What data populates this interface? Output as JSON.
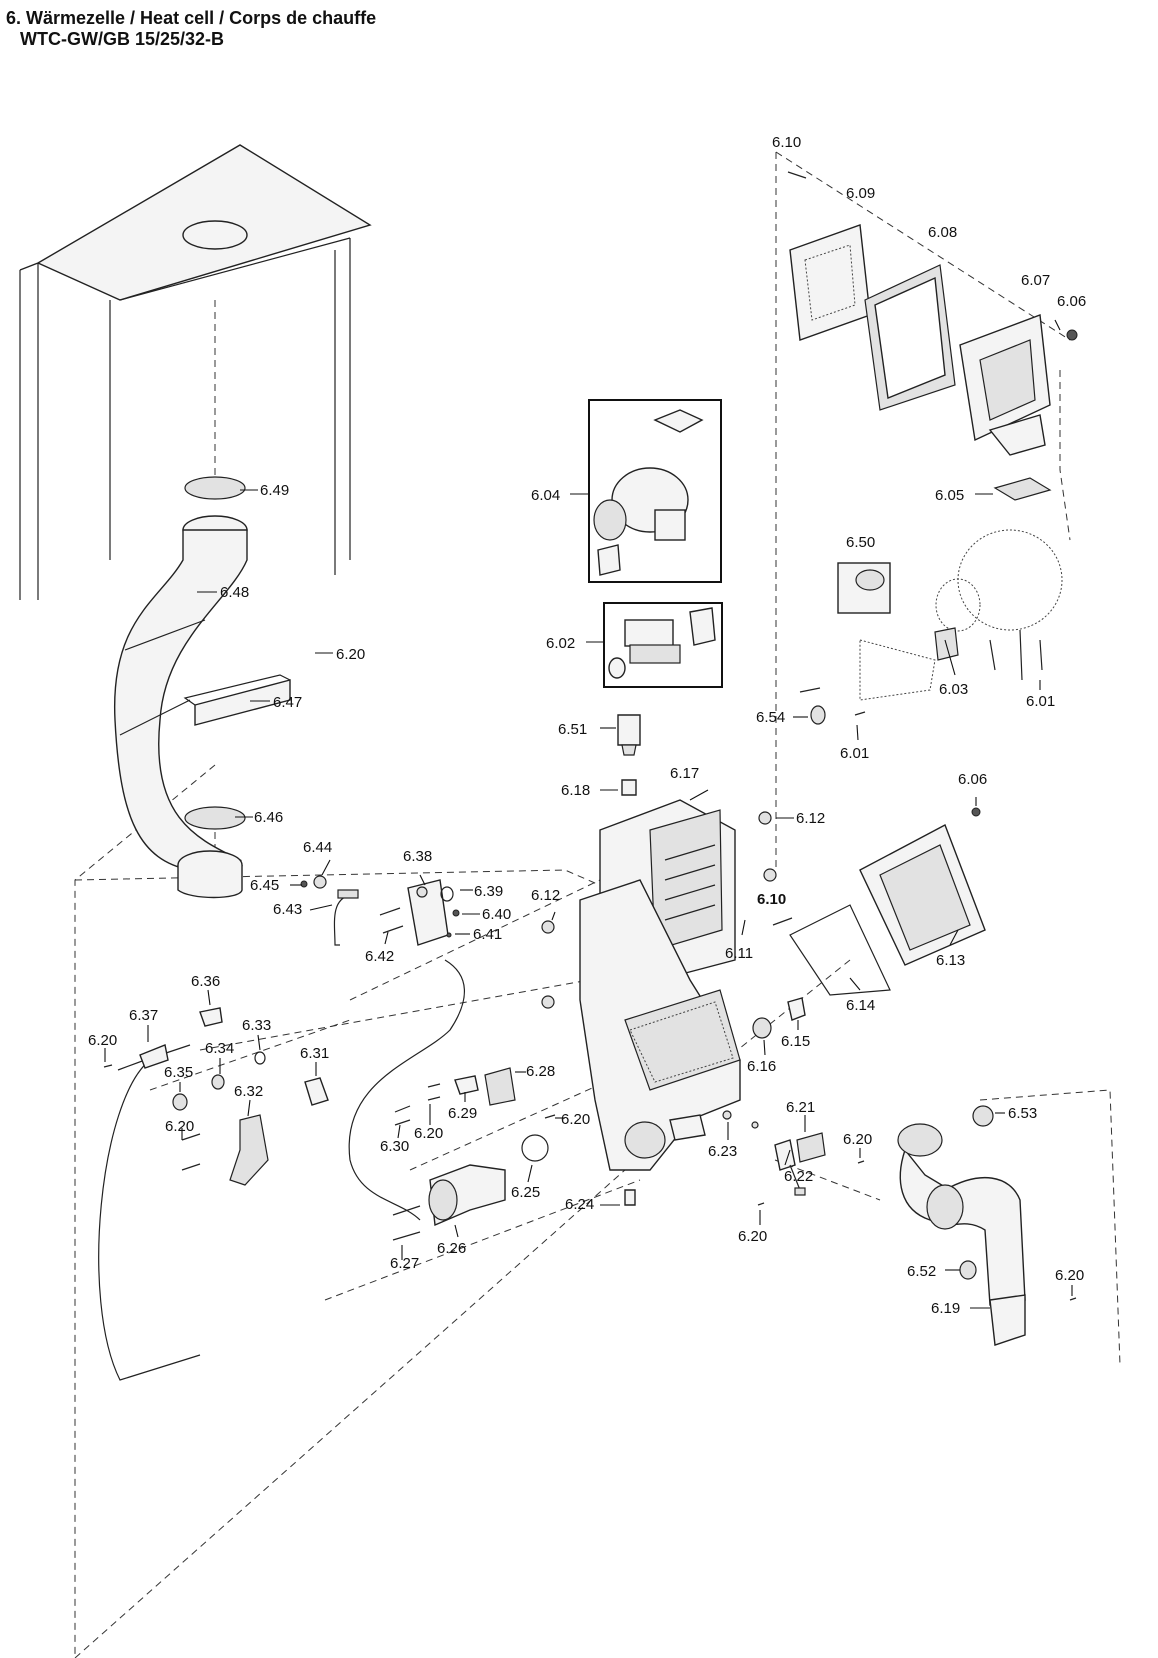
{
  "title": {
    "line1": "6. Wärmezelle / Heat cell / Corps de chauffe",
    "line2": "WTC-GW/GB 15/25/32-B"
  },
  "labels": {
    "p601a": "6.01",
    "p601b": "6.01",
    "p602": "6.02",
    "p603": "6.03",
    "p604": "6.04",
    "p605": "6.05",
    "p606a": "6.06",
    "p606b": "6.06",
    "p607": "6.07",
    "p608": "6.08",
    "p609": "6.09",
    "p610a": "6.10",
    "p610b": "6.10",
    "p611": "6.11",
    "p612a": "6.12",
    "p612b": "6.12",
    "p613": "6.13",
    "p614": "6.14",
    "p615": "6.15",
    "p616": "6.16",
    "p617": "6.17",
    "p618": "6.18",
    "p619": "6.19",
    "p620a": "6.20",
    "p620b": "6.20",
    "p620c": "6.20",
    "p620d": "6.20",
    "p620e": "6.20",
    "p620f": "6.20",
    "p620g": "6.20",
    "p620h": "6.20",
    "p621": "6.21",
    "p622": "6.22",
    "p623": "6.23",
    "p624": "6.24",
    "p625": "6.25",
    "p626": "6.26",
    "p627": "6.27",
    "p628": "6.28",
    "p629": "6.29",
    "p630": "6.30",
    "p631": "6.31",
    "p632": "6.32",
    "p633": "6.33",
    "p634": "6.34",
    "p635": "6.35",
    "p636": "6.36",
    "p637": "6.37",
    "p638": "6.38",
    "p639": "6.39",
    "p640": "6.40",
    "p641": "6.41",
    "p642": "6.42",
    "p643": "6.43",
    "p644": "6.44",
    "p645": "6.45",
    "p646": "6.46",
    "p647": "6.47",
    "p648": "6.48",
    "p649": "6.49",
    "p650": "6.50",
    "p651": "6.51",
    "p652": "6.52",
    "p653": "6.53",
    "p654": "6.54"
  }
}
